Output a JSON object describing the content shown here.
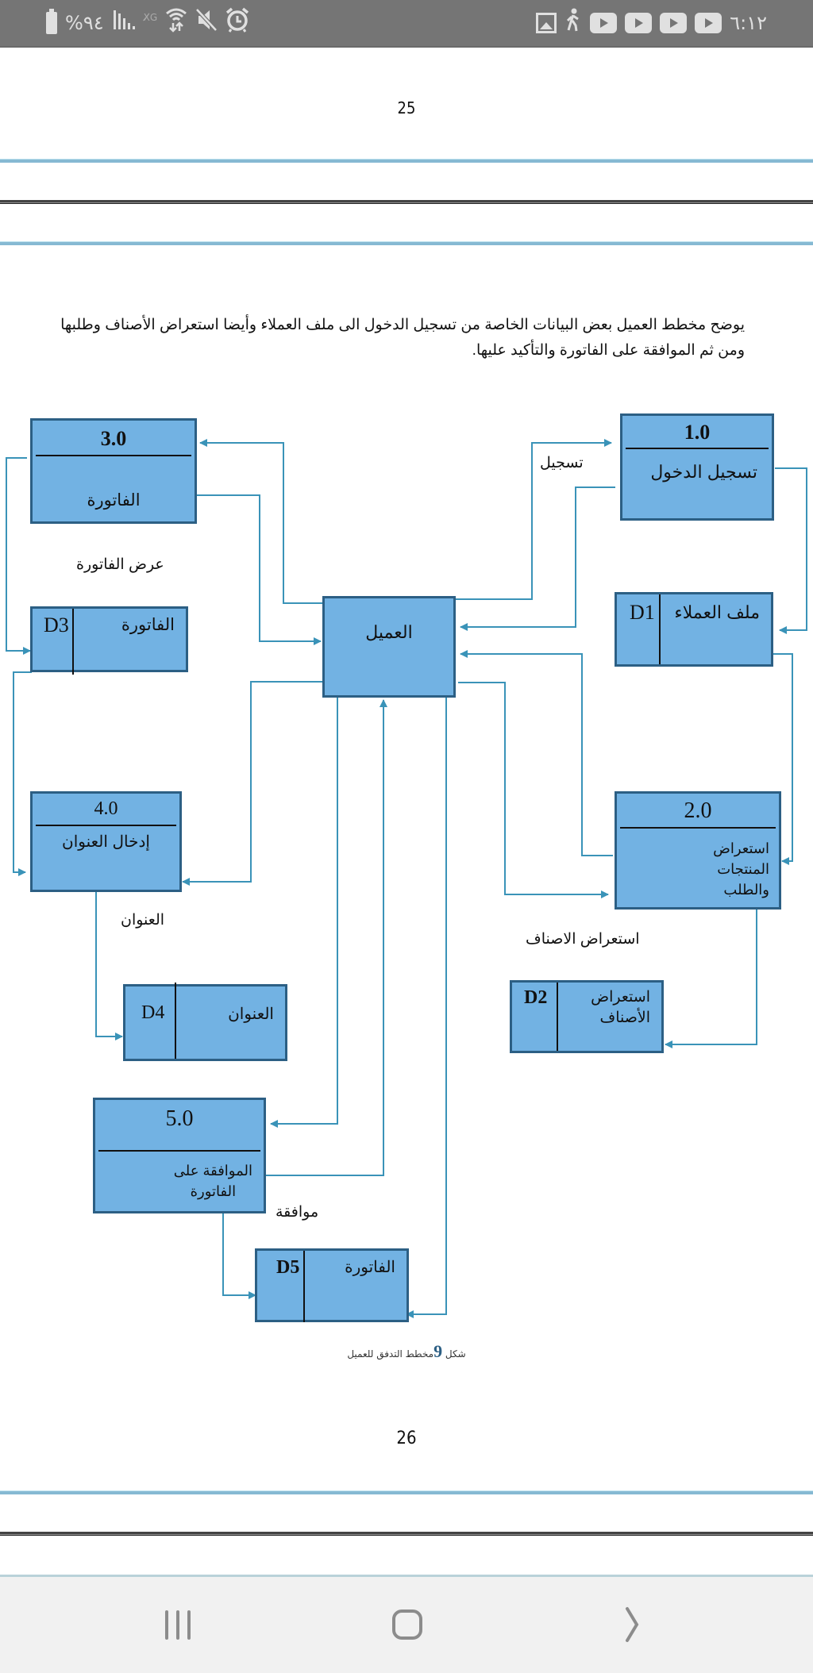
{
  "status_bar": {
    "time": "٦:١٢",
    "battery": "%٩٤",
    "notification_icons": [
      "gallery-icon",
      "activity-icon",
      "youtube-icon",
      "youtube-icon",
      "youtube-icon",
      "youtube-icon"
    ],
    "system_icons": [
      "battery-icon",
      "signal-icon",
      "mobile-data-off-icon",
      "wifi-icon",
      "mute-icon",
      "alarm-icon"
    ]
  },
  "document": {
    "page_top": "25",
    "page_bottom": "26",
    "paragraph_line1": "يوضح مخطط العميل بعض البيانات الخاصة من تسجيل الدخول الى ملف العملاء وأيضا استعراض الأصناف وطلبها",
    "paragraph_line2": "ومن ثم الموافقة على الفاتورة والتأكيد عليها.",
    "caption_prefix": "شكل",
    "caption_number": "9",
    "caption_text": "مخطط التدفق للعميل"
  },
  "diagram": {
    "entity": {
      "label": "العميل"
    },
    "processes": [
      {
        "id": "1.0",
        "label": "تسجيل الدخول"
      },
      {
        "id": "2.0",
        "label_lines": [
          "استعراض",
          "المنتجات",
          "والطلب"
        ]
      },
      {
        "id": "3.0",
        "label": "الفاتورة"
      },
      {
        "id": "4.0",
        "label": "إدخال العنوان"
      },
      {
        "id": "5.0",
        "label_lines": [
          "الموافقة على",
          "الفاتورة"
        ]
      }
    ],
    "stores": [
      {
        "id": "D1",
        "label": "ملف العملاء"
      },
      {
        "id": "D2",
        "label_lines": [
          "استعراض",
          "الأصناف"
        ]
      },
      {
        "id": "D3",
        "label": "الفاتورة"
      },
      {
        "id": "D4",
        "label": "العنوان"
      },
      {
        "id": "D5",
        "label": "الفاتورة"
      }
    ],
    "flow_labels": {
      "register": "تسجيل",
      "show_invoice": "عرض الفاتورة",
      "address": "العنوان",
      "browse_categories": "استعراض الاصناف",
      "approval": "موافقة"
    },
    "line_color": "#3a93b8",
    "box_fill": "#72b2e3",
    "box_border": "#2c5f84"
  },
  "nav_bar": {
    "recent_label": "Recent apps",
    "home_label": "Home",
    "back_label": "Back"
  }
}
